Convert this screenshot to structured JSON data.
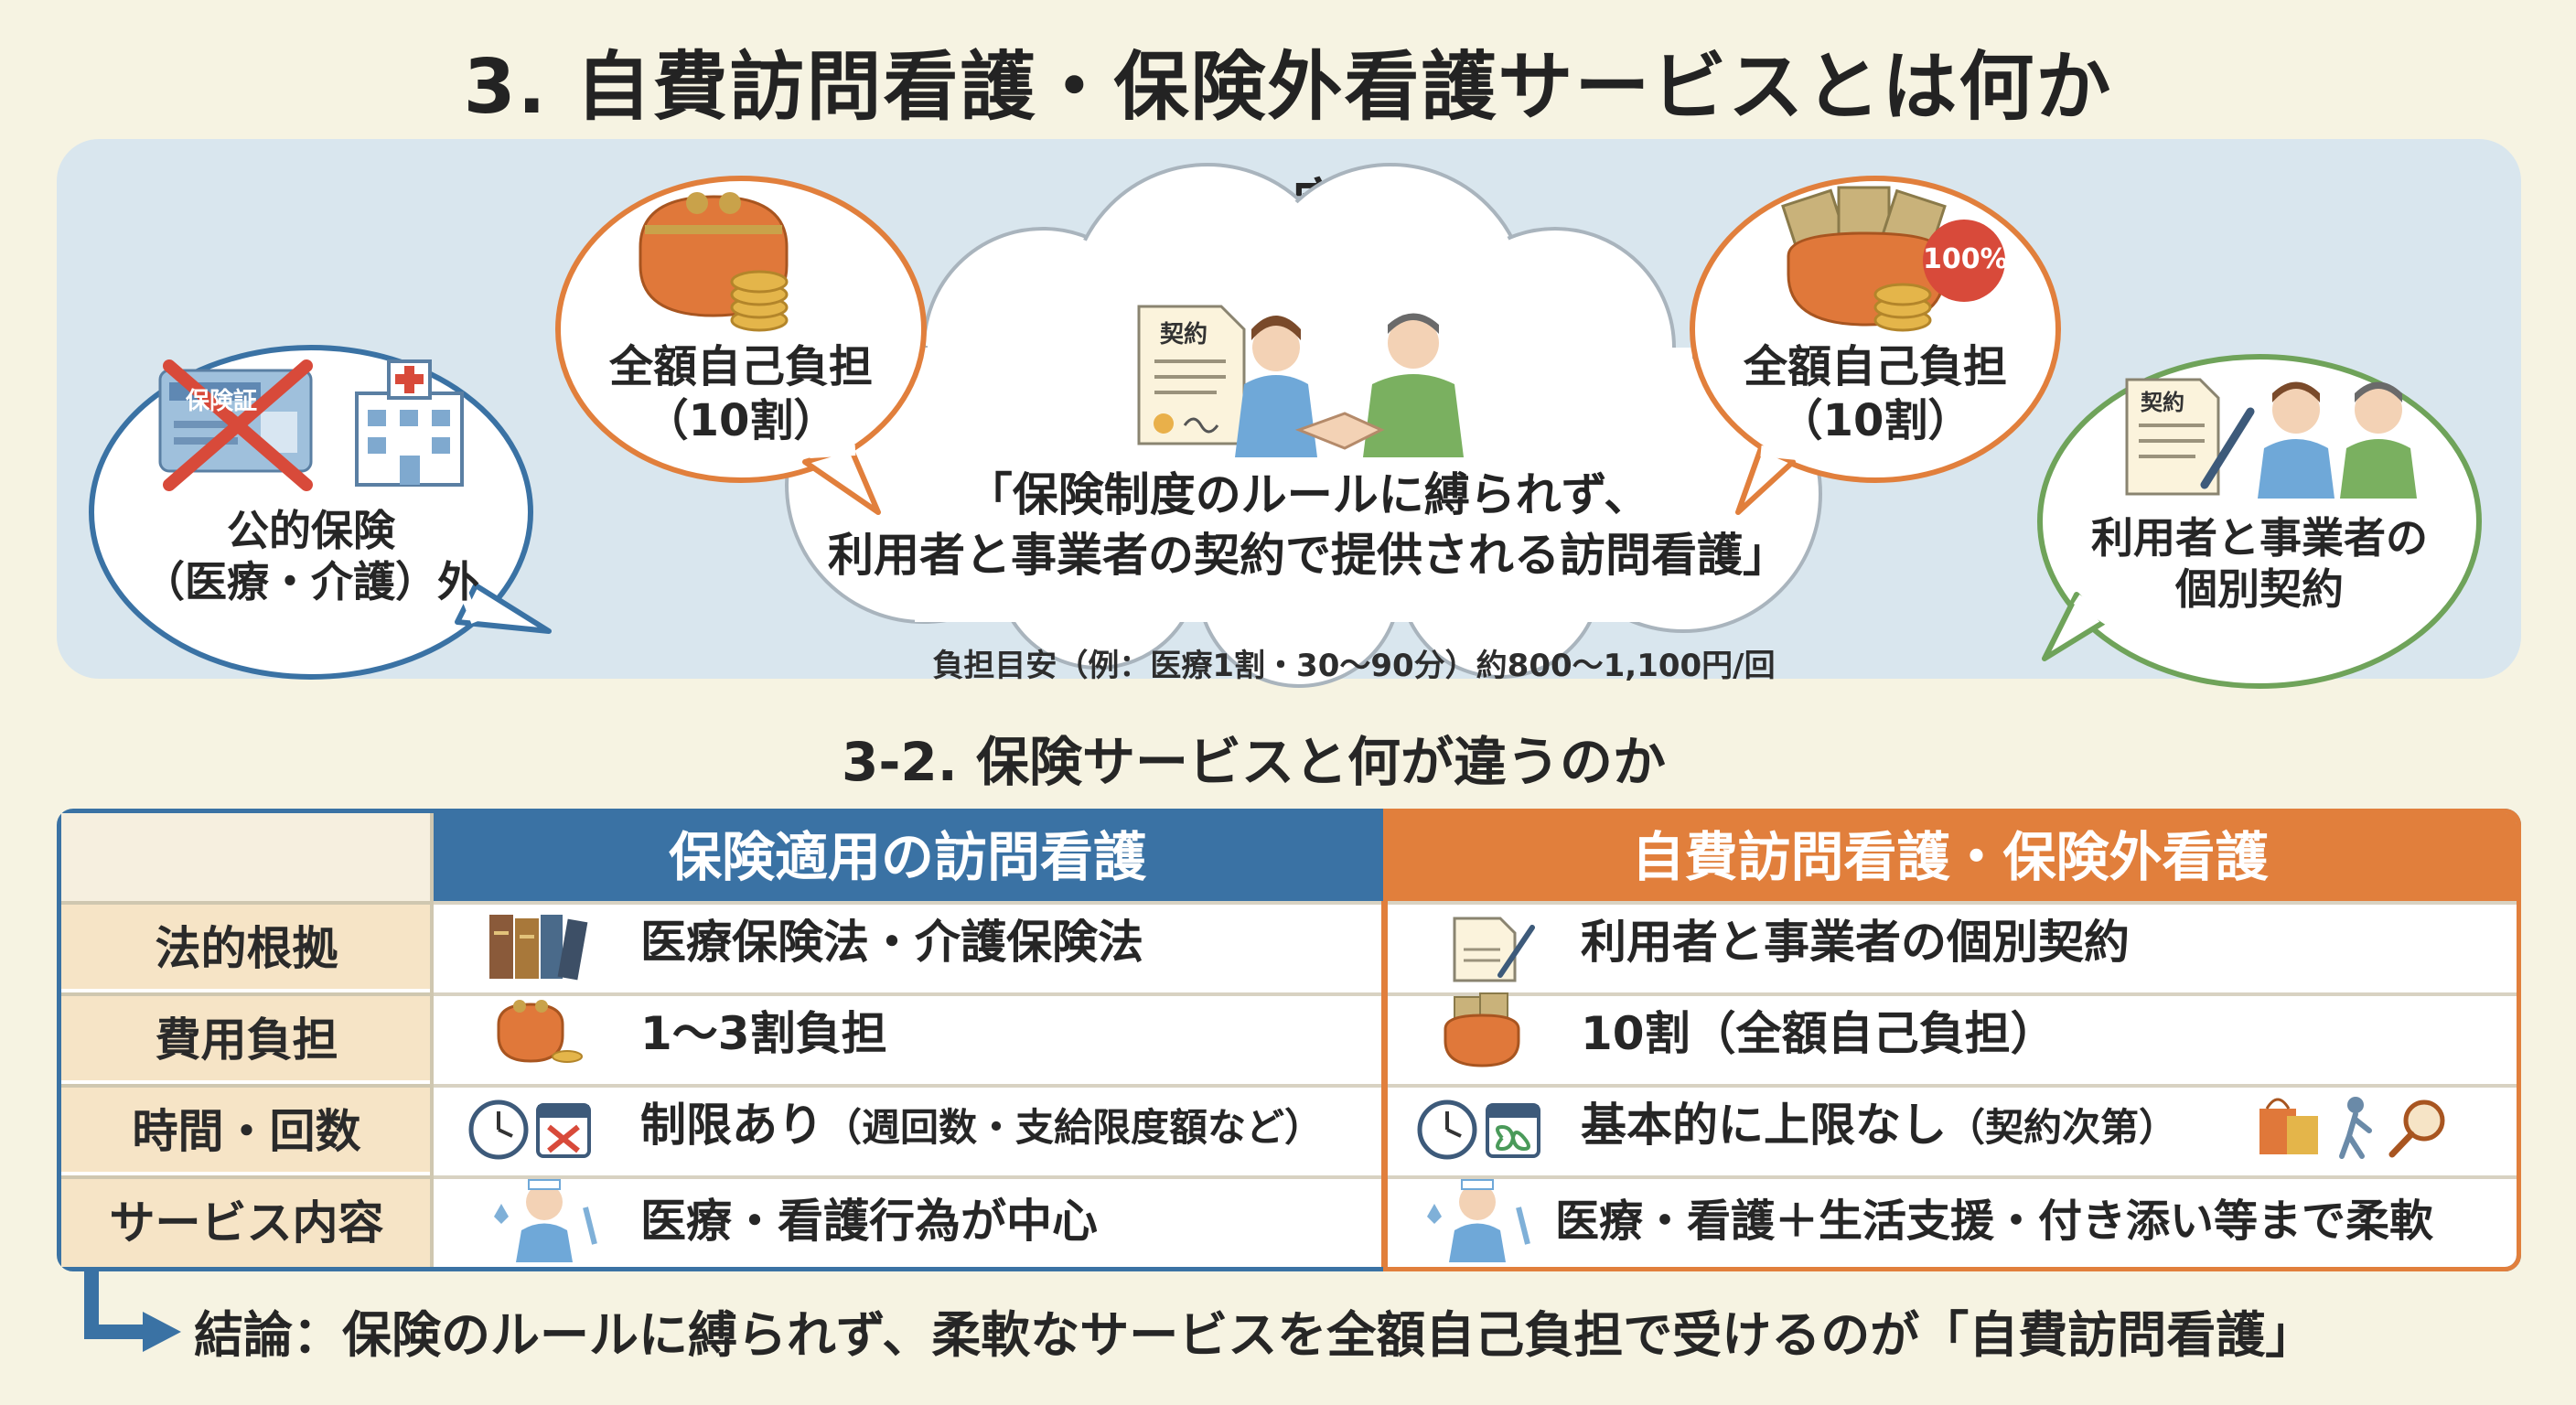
{
  "title": "3. 自費訪問看護・保険外看護サービスとは何か",
  "section1": {
    "title": "3-1. 定義",
    "left_bubble": {
      "line1": "公的保険",
      "line2": "（医療・介護）外",
      "card_text": "保険証"
    },
    "bubble_cost_left": {
      "line1": "全額自己負担",
      "line2": "（10割）"
    },
    "center_cloud": {
      "doc_label": "契約",
      "line1": "「保険制度のルールに縛られず、",
      "line2": "利用者と事業者の契約で提供される訪問看護」"
    },
    "bubble_cost_right": {
      "line1": "全額自己負担",
      "line2": "（10割）",
      "badge": "100%"
    },
    "right_bubble": {
      "doc_label": "契約",
      "line1": "利用者と事業者の",
      "line2": "個別契約"
    },
    "estimate": "負担目安（例：医療1割・30〜90分）約800〜1,100円/回"
  },
  "section2": {
    "title": "3-2. 保険サービスと何が違うのか",
    "col_insurance": "保険適用の訪問看護",
    "col_private": "自費訪問看護・保険外看護",
    "rows": [
      {
        "label": "法的根拠",
        "insurance": "医療保険法・介護保険法",
        "private": "利用者と事業者の個別契約"
      },
      {
        "label": "費用負担",
        "insurance": "1〜3割負担",
        "private": "10割（全額自己負担）"
      },
      {
        "label": "時間・回数",
        "insurance": "制限あり",
        "insurance_note": "（週回数・支給限度額など）",
        "private": "基本的に上限なし",
        "private_note": "（契約次第）"
      },
      {
        "label": "サービス内容",
        "insurance": "医療・看護行為が中心",
        "private": "医療・看護＋生活支援・付き添い等まで柔軟"
      }
    ]
  },
  "conclusion": "結論：保険のルールに縛られず、柔軟なサービスを全額自己負担で受けるのが「自費訪問看護」",
  "colors": {
    "blue": "#3a72a4",
    "orange": "#e17f3c",
    "green": "#6fa35a",
    "panel": "#d9e6ee",
    "background": "#f6f3e2"
  }
}
